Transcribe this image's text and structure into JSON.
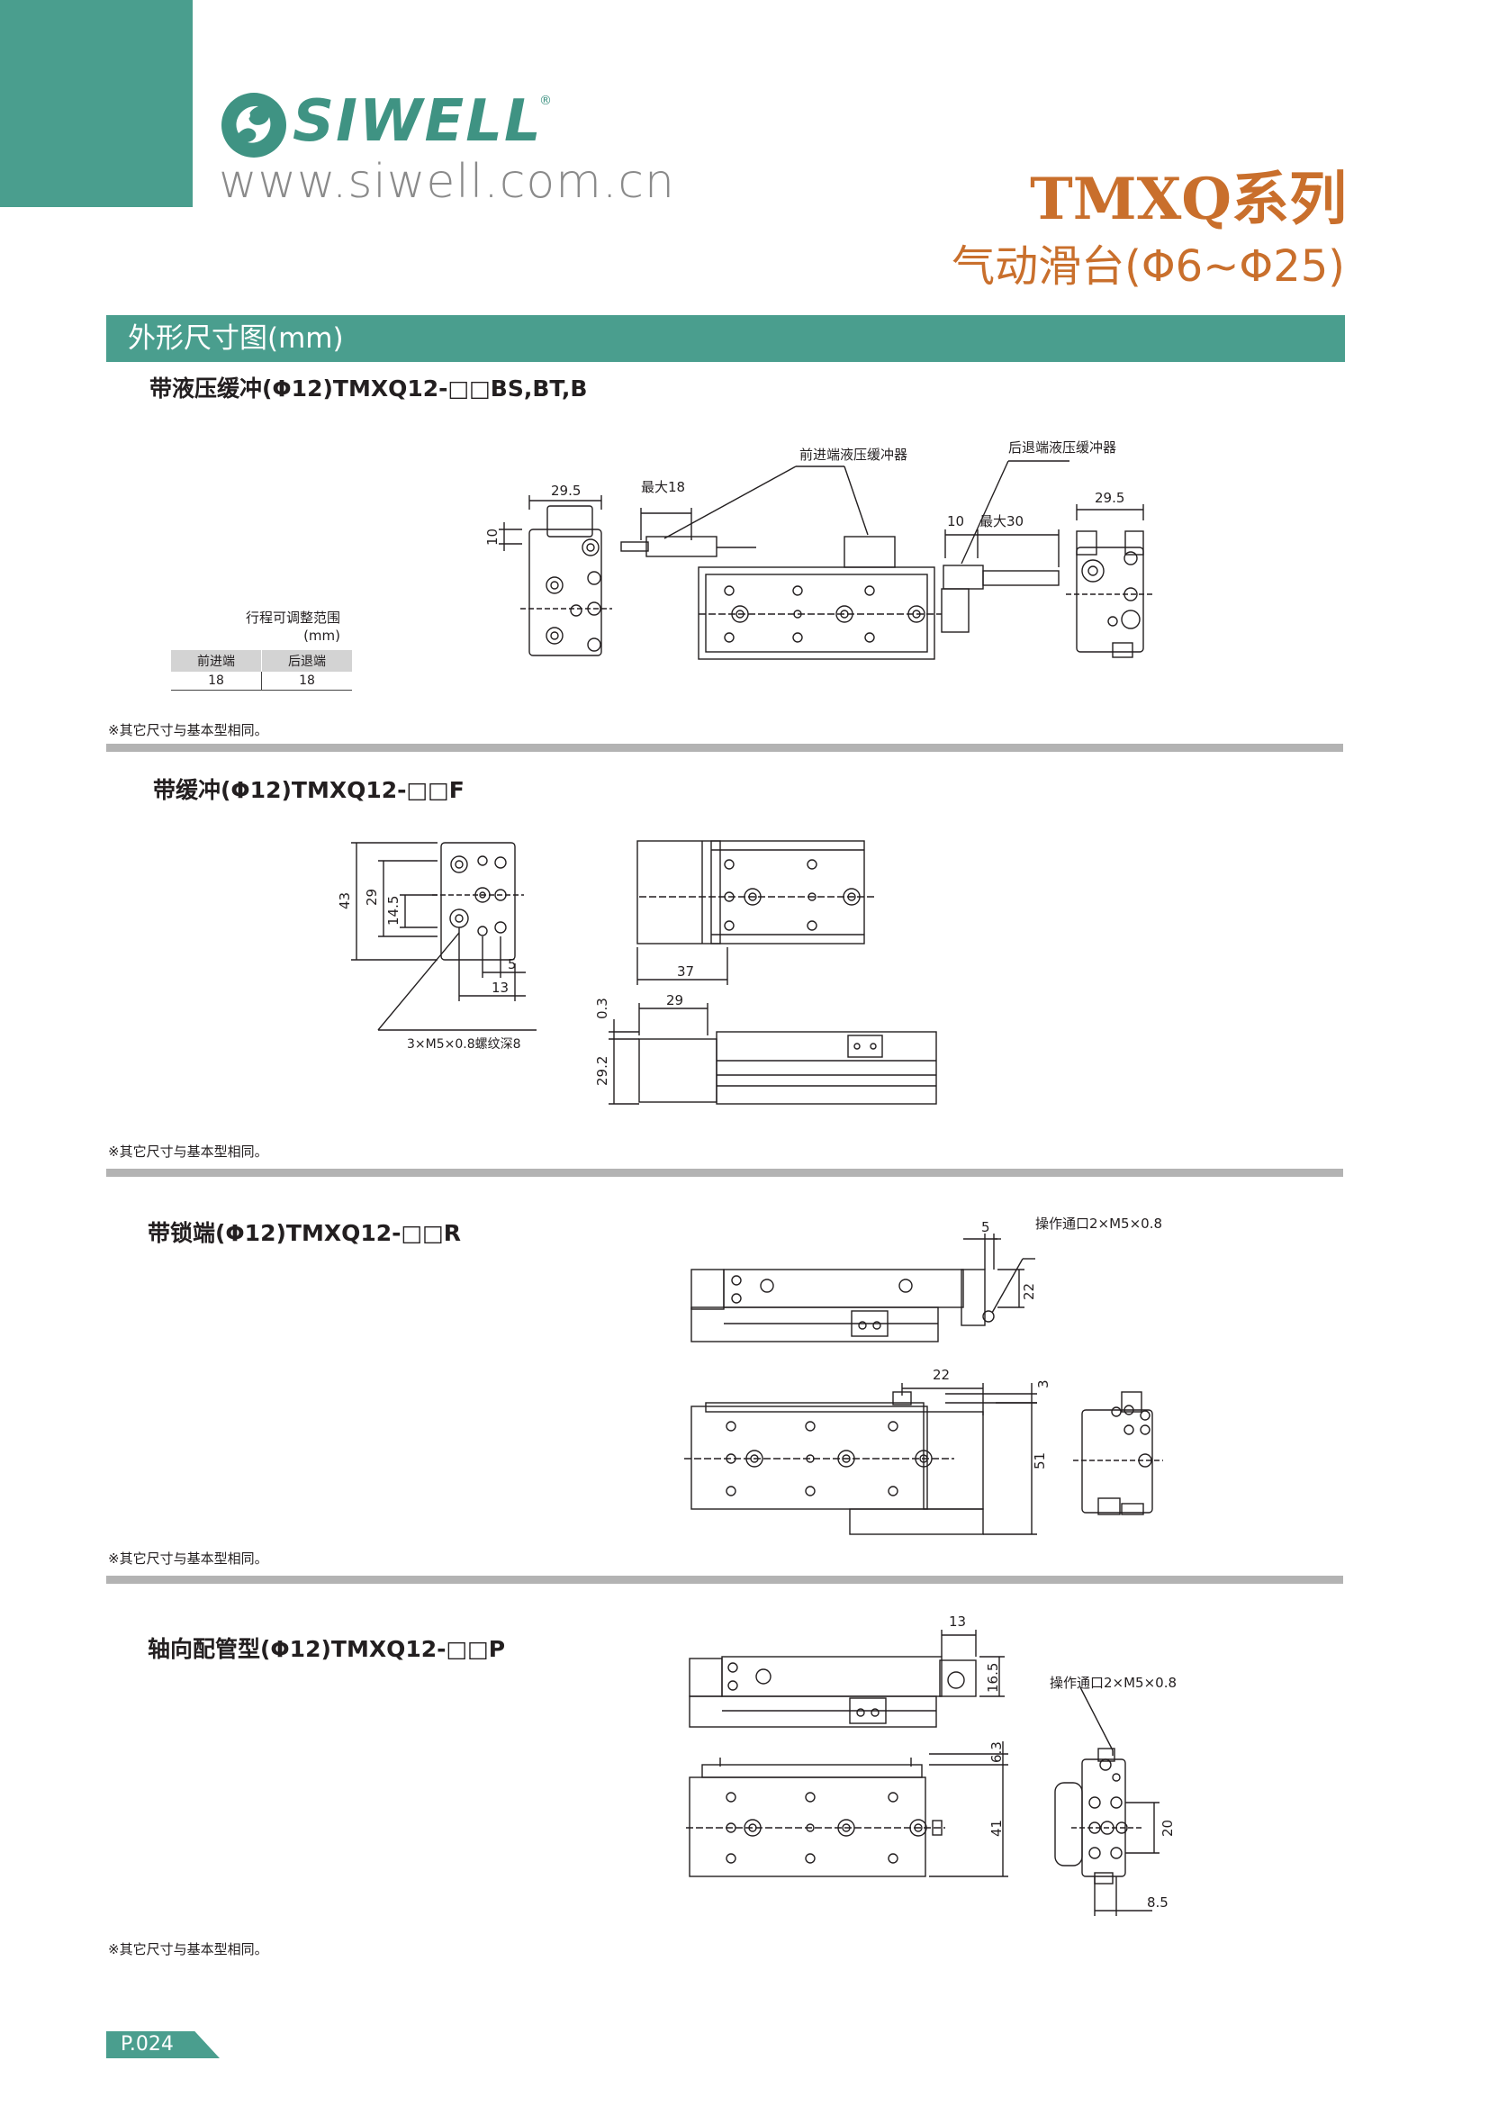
{
  "brand": {
    "name": "SIWELL",
    "reg_mark": "®",
    "url": "www.siwell.com.cn"
  },
  "header": {
    "series_title": "TMXQ系列",
    "series_subtitle": "气动滑台(Φ6~Φ25)"
  },
  "section": {
    "title": "外形尺寸图(mm)"
  },
  "sub1": {
    "heading": "带液压缓冲(Φ12)TMXQ12-□□BS,BT,B",
    "labels": {
      "front_bumper": "前进端液压缓冲器",
      "rear_bumper": "后退端液压缓冲器",
      "dim_29_5_left": "29.5",
      "dim_max18": "最大18",
      "dim_10_side": "10",
      "dim_10_top": "10",
      "dim_max30": "最大30",
      "dim_29_5_right": "29.5"
    },
    "stroke_table": {
      "caption_line1": "行程可调整范围",
      "caption_line2": "(mm)",
      "headers": [
        "前进端",
        "后退端"
      ],
      "values": [
        "18",
        "18"
      ]
    },
    "note": "※其它尺寸与基本型相同。"
  },
  "sub2": {
    "heading": "带缓冲(Φ12)TMXQ12-□□F",
    "labels": {
      "dim_43": "43",
      "dim_29": "29",
      "dim_14_5": "14.5",
      "dim_5": "5",
      "dim_13": "13",
      "thread": "3×M5×0.8螺纹深8",
      "dim_37": "37",
      "dim_0_3": "0.3",
      "dim_29_b": "29",
      "dim_29_2": "29.2"
    },
    "note": "※其它尺寸与基本型相同。"
  },
  "sub3": {
    "heading": "带锁端(Φ12)TMXQ12-□□R",
    "labels": {
      "dim_5": "5",
      "port": "操作通口2×M5×0.8",
      "dim_22_v": "22",
      "dim_22_h": "22",
      "dim_3": "3",
      "dim_51": "51"
    },
    "note": "※其它尺寸与基本型相同。"
  },
  "sub4": {
    "heading": "轴向配管型(Φ12)TMXQ12-□□P",
    "labels": {
      "dim_13": "13",
      "dim_16_5": "16.5",
      "port": "操作通口2×M5×0.8",
      "dim_6_3": "6.3",
      "dim_41": "41",
      "dim_20": "20",
      "dim_8_5": "8.5"
    },
    "note": "※其它尺寸与基本型相同。"
  },
  "footer": {
    "page": "P.024"
  },
  "colors": {
    "teal": "#4a9e8e",
    "title_orange": "#c96f2c",
    "divider_grey": "#b3b3b3"
  }
}
